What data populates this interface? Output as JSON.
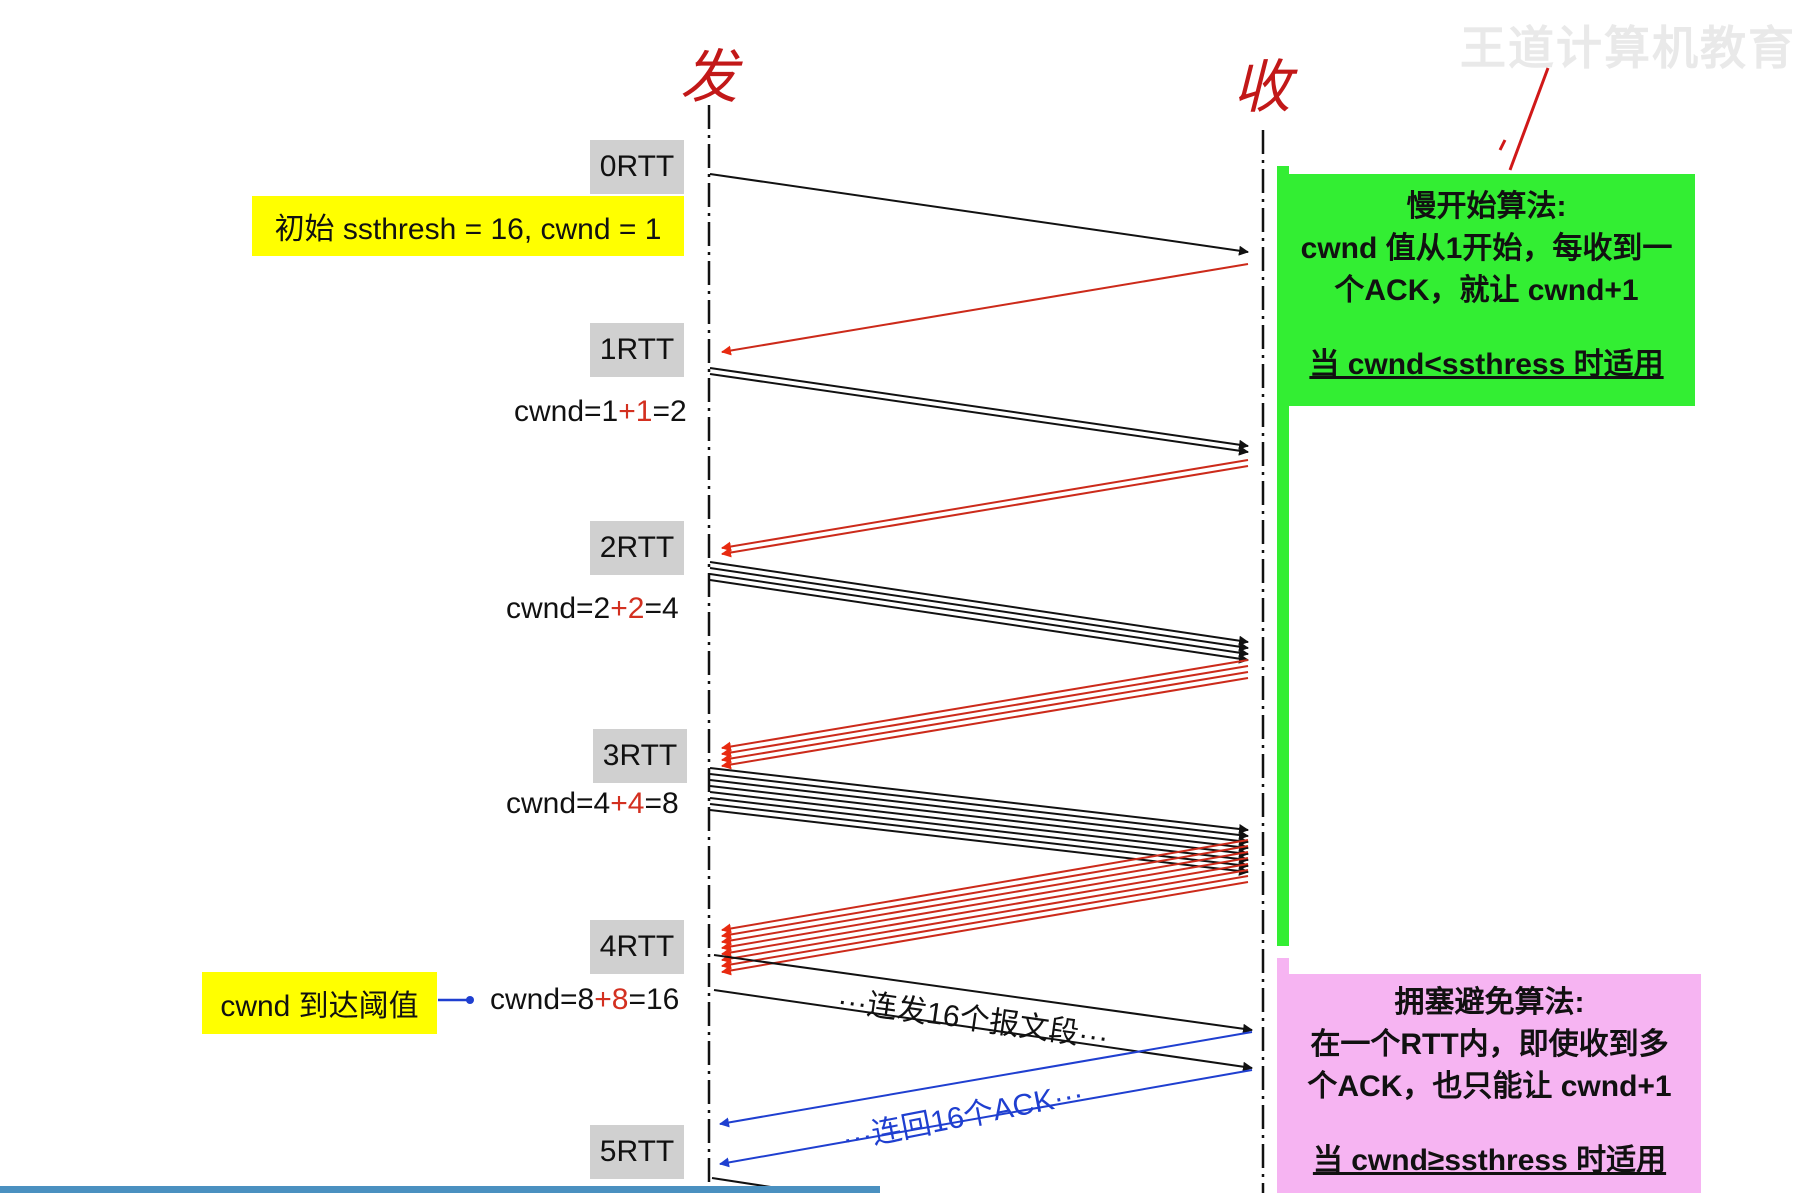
{
  "headers": {
    "sender": "发",
    "receiver": "收"
  },
  "watermark": "王道计算机教育",
  "rtt_labels": [
    "0RTT",
    "1RTT",
    "2RTT",
    "3RTT",
    "4RTT",
    "5RTT"
  ],
  "initial_note": "初始 ssthresh = 16, cwnd = 1",
  "cwnd_steps": [
    {
      "pre": "cwnd=1",
      "inc": "+1",
      "post": "=2"
    },
    {
      "pre": "cwnd=2",
      "inc": "+2",
      "post": "=4"
    },
    {
      "pre": "cwnd=4",
      "inc": "+4",
      "post": "=8"
    },
    {
      "pre": "cwnd=8",
      "inc": "+8",
      "post": "=16"
    }
  ],
  "threshold_note": "cwnd 到达阈值",
  "burst_send_label": "···连发16个报文段···",
  "burst_ack_label": "···连回16个ACK···",
  "slow_start": {
    "title": "慢开始算法:",
    "line1": "cwnd 值从1开始，每收到一",
    "line2": "个ACK，就让 cwnd+1",
    "condition": "当 cwnd<ssthress 时适用"
  },
  "congestion_avoidance": {
    "title": "拥塞避免算法:",
    "line1": "在一个RTT内，即使收到多",
    "line2": "个ACK，也只能让 cwnd+1",
    "condition": "当 cwnd≥ssthress 时适用"
  },
  "colors": {
    "segment": "#111111",
    "ack": "#cc2a1a",
    "ack_head": "#e82a10",
    "burst_ack": "#1f3fd0",
    "slow_start_bg": "#33ee33",
    "congestion_bg": "#f6b4f2",
    "note_bg": "#ffff00"
  }
}
